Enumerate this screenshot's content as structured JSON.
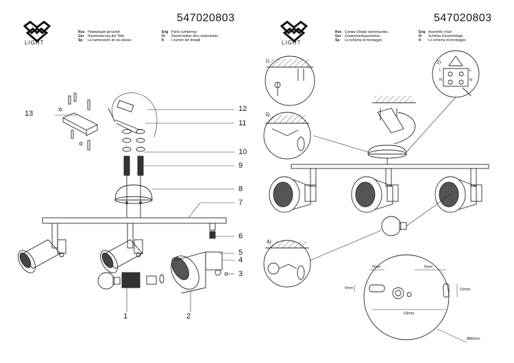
{
  "brand": "LIGHT",
  "article_code": "547020803",
  "left_page": {
    "legend": [
      {
        "lang": "Rus",
        "text": "Нумерация деталей"
      },
      {
        "lang": "Eng",
        "text": "Parts numbering"
      },
      {
        "lang": "Ger",
        "text": "Nummerierung der Teile"
      },
      {
        "lang": "Fr",
        "text": "Numérotation des composants"
      },
      {
        "lang": "Sp",
        "text": "La numeración de las piezas"
      },
      {
        "lang": "It",
        "text": "I numeri del detagli"
      }
    ],
    "part_labels": [
      "1",
      "2",
      "3",
      "4",
      "5",
      "6",
      "7",
      "8",
      "9",
      "10",
      "11",
      "12",
      "13"
    ]
  },
  "right_page": {
    "legend": [
      {
        "lang": "Rus",
        "text": "Схема сборки светильника"
      },
      {
        "lang": "Eng",
        "text": "Assembly chart"
      },
      {
        "lang": "Ger",
        "text": "Zusammenbauschema"
      },
      {
        "lang": "Fr",
        "text": "Schéma d'assemblage"
      },
      {
        "lang": "Sp",
        "text": "Lo schema di montaggio"
      },
      {
        "lang": "It",
        "text": "Lo schema di montaggio"
      }
    ],
    "steps": [
      "1)",
      "2)",
      "3)",
      "4)"
    ],
    "wiring_letters": [
      "L",
      "N",
      "L",
      "N"
    ],
    "dimensions": {
      "slot_w": "5mm",
      "slot_w2": "5mm",
      "slot_h": "5mm",
      "slot_h2": "10mm",
      "spacing": "63mm",
      "diameter": "Ø80mm"
    }
  }
}
